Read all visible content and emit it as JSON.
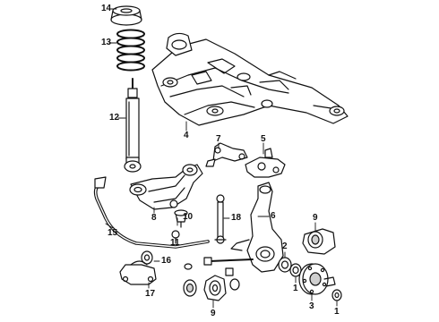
{
  "diagram": {
    "callouts": {
      "c1": "1",
      "c2": "2",
      "c3": "3",
      "c4": "4",
      "c5": "5",
      "c6": "6",
      "c7": "7",
      "c8": "8",
      "c9a": "9",
      "c9b": "9",
      "c10": "10",
      "c11": "11",
      "c12": "12",
      "c13": "13",
      "c14": "14",
      "c15": "15",
      "c16": "16",
      "c17": "17",
      "c18": "18",
      "c1b": "1"
    },
    "colors": {
      "ink": "#111111",
      "fill": "#ffffff",
      "shade": "#cfcfcf"
    },
    "parts": [
      "spring-isolator",
      "coil-spring",
      "shock-absorber",
      "crossmember",
      "steering-arm",
      "upper-control-arm",
      "stabilizer-link",
      "stabilizer-bar",
      "steering-knuckle",
      "wheel-hub",
      "bushing",
      "ball-joint"
    ]
  }
}
